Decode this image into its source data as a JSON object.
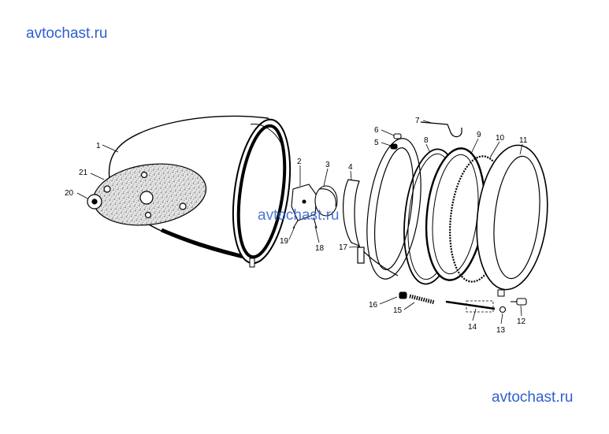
{
  "watermarks": {
    "top": "avtochast.ru",
    "middle": "avtochast.ru",
    "bottom": "avtochast.ru"
  },
  "colors": {
    "watermark": "#2f5fd0",
    "line": "#000000",
    "paper": "#ffffff",
    "speckle": "#d8d8d8"
  },
  "callouts": {
    "p1": "1",
    "p2": "2",
    "p3": "3",
    "p4": "4",
    "p5": "5",
    "p6": "6",
    "p7": "7",
    "p8": "8",
    "p9": "9",
    "p10": "10",
    "p11": "11",
    "p12": "12",
    "p13": "13",
    "p14": "14",
    "p15": "15",
    "p16": "16",
    "p17": "17",
    "p18": "18",
    "p19": "19",
    "p20": "20",
    "p21": "21"
  }
}
